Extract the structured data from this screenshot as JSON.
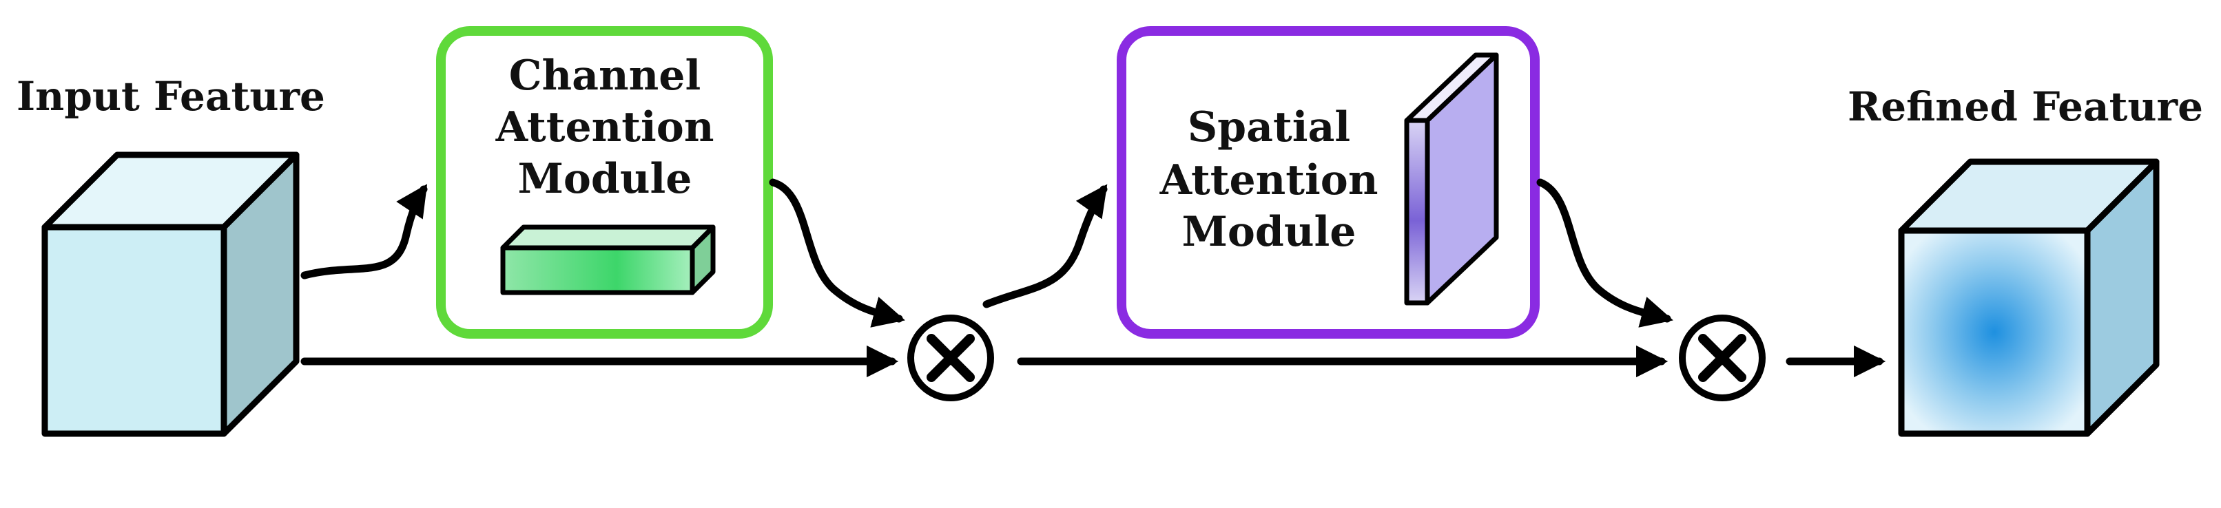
{
  "input_label": "Input Feature",
  "output_label": "Refined Feature",
  "channel_module": {
    "lines": [
      "Channel",
      "Attention",
      "Module"
    ],
    "border_color": "#5fd93a"
  },
  "spatial_module": {
    "lines": [
      "Spatial",
      "Attention",
      "Module"
    ],
    "border_color": "#8a2be2"
  },
  "operator_icon": "multiply-circle-icon",
  "colors": {
    "cube_face": "#cdeef5",
    "cube_side": "#9fc5cc",
    "refined_center": "#1e90e0",
    "channel_bar": "#3dd66a",
    "spatial_plane": "#7a62d6"
  }
}
